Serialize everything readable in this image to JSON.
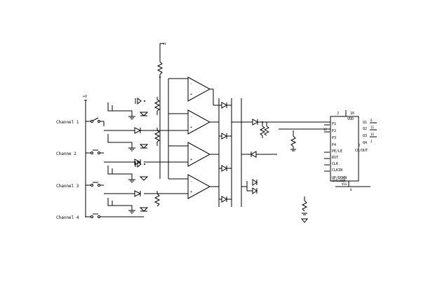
{
  "channels": [
    {
      "label": "Channel 1"
    },
    {
      "label": "Channe 2"
    },
    {
      "label": "Channel 3"
    },
    {
      "label": "Channel 4"
    }
  ],
  "supply_label": "+V",
  "chip": {
    "ref": "J",
    "vcc_label": "VDD",
    "vcc_pin": "16",
    "part_number": "CD4520BM",
    "gnd_pin": "8",
    "vss_label": "VSS",
    "left_pins": [
      {
        "num": "",
        "label": "P1"
      },
      {
        "num": "12",
        "label": "P2"
      },
      {
        "num": "",
        "label": "P3"
      },
      {
        "num": "",
        "label": "P4"
      },
      {
        "num": "",
        "label": "PE/LE"
      },
      {
        "num": "",
        "label": "RST"
      },
      {
        "num": "",
        "label": "CLK"
      },
      {
        "num": "",
        "label": "CLKIN"
      },
      {
        "num": "",
        "label": "UP/DOWN"
      }
    ],
    "right_pins": [
      {
        "label": "Q1",
        "num": "6"
      },
      {
        "label": "Q2",
        "num": "11"
      },
      {
        "label": "Q3",
        "num": "14"
      },
      {
        "label": "Q4",
        "num": "2"
      },
      {
        "label": "CO/OUT",
        "num": "7"
      }
    ]
  }
}
